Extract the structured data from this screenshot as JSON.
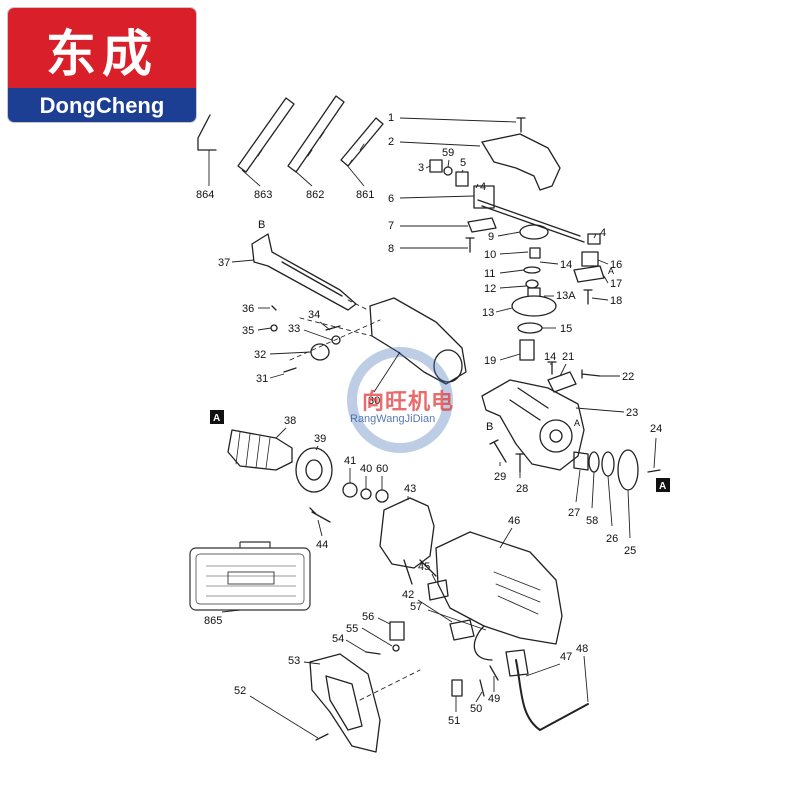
{
  "brand": {
    "chinese": "东成",
    "english": "DongCheng",
    "top_color": "#d9202a",
    "bottom_color": "#1c3f94"
  },
  "watermark": {
    "chinese": "向旺机电",
    "latin": "RangWangJiDian",
    "gear_color": "#3f6fb5"
  },
  "markers": [
    "A",
    "B"
  ],
  "callouts": [
    {
      "id": "864",
      "text": "864"
    },
    {
      "id": "863",
      "text": "863"
    },
    {
      "id": "862",
      "text": "862"
    },
    {
      "id": "861",
      "text": "861"
    },
    {
      "id": "1",
      "text": "1"
    },
    {
      "id": "2",
      "text": "2"
    },
    {
      "id": "3",
      "text": "3"
    },
    {
      "id": "59",
      "text": "59"
    },
    {
      "id": "5",
      "text": "5"
    },
    {
      "id": "4a",
      "text": "4"
    },
    {
      "id": "6",
      "text": "6"
    },
    {
      "id": "7",
      "text": "7"
    },
    {
      "id": "8",
      "text": "8"
    },
    {
      "id": "9",
      "text": "9"
    },
    {
      "id": "4b",
      "text": "4"
    },
    {
      "id": "10",
      "text": "10"
    },
    {
      "id": "11",
      "text": "11"
    },
    {
      "id": "14a",
      "text": "14"
    },
    {
      "id": "16",
      "text": "16"
    },
    {
      "id": "12",
      "text": "12"
    },
    {
      "id": "17",
      "text": "17"
    },
    {
      "id": "13A",
      "text": "13A"
    },
    {
      "id": "13",
      "text": "13"
    },
    {
      "id": "18",
      "text": "18"
    },
    {
      "id": "15",
      "text": "15"
    },
    {
      "id": "37",
      "text": "37"
    },
    {
      "id": "36",
      "text": "36"
    },
    {
      "id": "35",
      "text": "35"
    },
    {
      "id": "34",
      "text": "34"
    },
    {
      "id": "33",
      "text": "33"
    },
    {
      "id": "32",
      "text": "32"
    },
    {
      "id": "31",
      "text": "31"
    },
    {
      "id": "30",
      "text": "30"
    },
    {
      "id": "19",
      "text": "19"
    },
    {
      "id": "14b",
      "text": "14"
    },
    {
      "id": "21",
      "text": "21"
    },
    {
      "id": "22",
      "text": "22"
    },
    {
      "id": "23",
      "text": "23"
    },
    {
      "id": "38",
      "text": "38"
    },
    {
      "id": "39",
      "text": "39"
    },
    {
      "id": "41",
      "text": "41"
    },
    {
      "id": "40",
      "text": "40"
    },
    {
      "id": "60",
      "text": "60"
    },
    {
      "id": "43",
      "text": "43"
    },
    {
      "id": "44",
      "text": "44"
    },
    {
      "id": "29",
      "text": "29"
    },
    {
      "id": "28",
      "text": "28"
    },
    {
      "id": "27",
      "text": "27"
    },
    {
      "id": "58",
      "text": "58"
    },
    {
      "id": "26",
      "text": "26"
    },
    {
      "id": "25",
      "text": "25"
    },
    {
      "id": "24",
      "text": "24"
    },
    {
      "id": "46",
      "text": "46"
    },
    {
      "id": "45",
      "text": "45"
    },
    {
      "id": "865",
      "text": "865"
    },
    {
      "id": "42",
      "text": "42"
    },
    {
      "id": "56",
      "text": "56"
    },
    {
      "id": "55",
      "text": "55"
    },
    {
      "id": "54",
      "text": "54"
    },
    {
      "id": "57",
      "text": "57"
    },
    {
      "id": "53",
      "text": "53"
    },
    {
      "id": "52",
      "text": "52"
    },
    {
      "id": "48",
      "text": "48"
    },
    {
      "id": "47",
      "text": "47"
    },
    {
      "id": "49",
      "text": "49"
    },
    {
      "id": "50",
      "text": "50"
    },
    {
      "id": "51",
      "text": "51"
    }
  ]
}
